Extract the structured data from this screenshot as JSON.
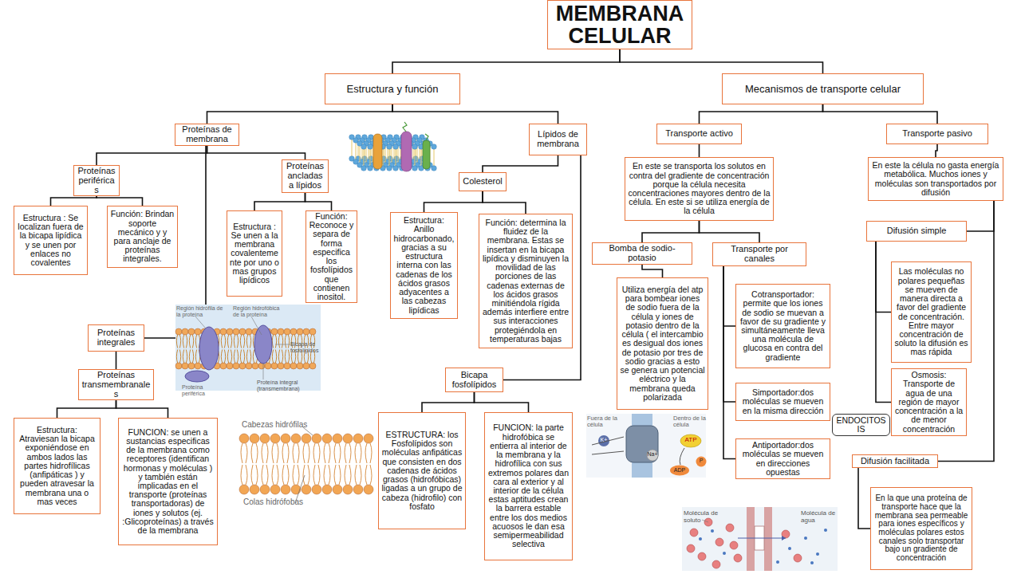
{
  "diagram": {
    "nodes": [
      {
        "text": [
          "MEMBRANA CELULAR"
        ]
      },
      {
        "text": [
          "Estructura y función"
        ]
      },
      {
        "text": [
          "Mecanismos de transporte celular"
        ]
      },
      {
        "text": [
          "Proteínas de membrana"
        ]
      },
      {
        "text": [
          "Lípidos de membrana"
        ]
      },
      {
        "text": [
          "Transporte activo"
        ]
      },
      {
        "text": [
          "Transporte pasivo"
        ]
      },
      {
        "text": [
          "Proteínas periféricas"
        ]
      },
      {
        "text": [
          "Proteínas ancladas a lípidos"
        ]
      },
      {
        "text": [
          "Colesterol"
        ]
      },
      {
        "text": [
          "En este se transporta los solutos en contra del gradiente de concentración porque la célula necesita concentraciones mayores dentro de la célula. En este si se utiliza energía de la célula"
        ]
      },
      {
        "text": [
          "En este la célula no gasta energía metabólica. Muchos iones y moléculas son transportados por difusión"
        ]
      },
      {
        "text": [
          "Estructura : Se localizan fuera de la bicapa lipídica y se unen por enlaces no covalentes"
        ]
      },
      {
        "text": [
          "Función: Brindan soporte mecánico y y para anclaje de proteínas integrales."
        ]
      },
      {
        "text": [
          "Estructura : Se unen a la membrana covalentemente por uno o mas grupos lipídicos"
        ]
      },
      {
        "text": [
          "Función: Reconoce y separa de forma especifica los fosfolípidos que contienen inositol."
        ]
      },
      {
        "text": [
          "Estructura: Anillo hidrocarbonado, gracias a su estructura interna con las cadenas de los ácidos grasos adyacentes a las cabezas lipídicas"
        ]
      },
      {
        "text": [
          "Función: determina la fluidez de la membrana. Estas se insertan en la bicapa lipídica y disminuyen la movilidad de las porciones de las cadenas externas de los ácidos grasos minitiéndola rígida además interfiere entre sus interacciones protegiéndola en temperaturas bajas"
        ]
      },
      {
        "text": [
          "Bomba de sodio-potasio"
        ]
      },
      {
        "text": [
          "Transporte por canales"
        ]
      },
      {
        "text": [
          "Difusión simple"
        ]
      },
      {
        "text": [
          "Utiliza energía del atp para bombear iones de sodio fuera de la célula y iones de potasio dentro de la célula ( el intercambio es desigual dos iones de potasio por tres de sodio gracias a esto se genera un potencial eléctrico y la membrana queda polarizada"
        ]
      },
      {
        "text": [
          "Cotransportador: permite que los iones de sodio se muevan a favor de su gradiente y simultáneamente lleva una molécula de glucosa en contra del gradiente"
        ]
      },
      {
        "text": [
          "Las moléculas no polares pequeñas se mueven de manera directa a favor del gradiente de concentración. Entre mayor concentración de soluto la difusión es mas rápida"
        ]
      },
      {
        "text": [
          "Proteínas integrales"
        ]
      },
      {
        "text": [
          "Bicapa fosfolípidos"
        ]
      },
      {
        "text": [
          "Osmosis: Transporte de agua de una región de mayor concentración a la de menor concentración"
        ]
      },
      {
        "text": [
          "Proteínas transmembranales"
        ]
      },
      {
        "text": [
          "Simportador:dos moléculas se mueven en la misma dirección"
        ]
      },
      {
        "text": [
          "ENDOCITOSIS"
        ]
      },
      {
        "text": [
          "Estructura: Atraviesan la bicapa exponiéndose en ambos lados las partes hidrofílicas (anfipáticas ) y pueden atravesar la membrana una o mas veces"
        ]
      },
      {
        "text": [
          "FUNCION: se unen a sustancias especificas de la membrana como receptores (identifican hormonas y moléculas ) y también están implicadas en el transporte (proteínas transportadoras) de iones y solutos (ej. :Glicoproteínas) a través de la membrana"
        ]
      },
      {
        "text": [
          "ESTRUCTURA: los Fosfolípidos son moléculas anfipáticas que consisten en dos cadenas de ácidos grasos (hidrofóbicas) ligadas a un grupo de cabeza (hidrofilo) con fosfato"
        ]
      },
      {
        "text": [
          "FUNCION: la parte hidrofóbica se entierra al interior de la membrana y la hidrofílica con sus extremos polares dan cara al exterior y al interior de la célula estas aptitudes crean la barrera estable entre los dos medios acuosos le dan esa semipermeabilidad selectiva"
        ]
      },
      {
        "text": [
          "Antiportador:dos moléculas se mueven en direcciones opuestas"
        ]
      },
      {
        "text": [
          "Difusión facilitada"
        ]
      },
      {
        "text": [
          "En la que una proteína de transporte hace que la membrana sea permeable para iones específicos y moléculas polares estos canales solo transportar bajo un gradiente de concentración"
        ]
      }
    ],
    "edges": [
      {
        "from": 0,
        "to": 1,
        "arrow": "none"
      },
      {
        "from": 0,
        "to": 2,
        "arrow": "none"
      },
      {
        "from": 1,
        "to": 3,
        "arrow": "none"
      },
      {
        "from": 1,
        "to": 4,
        "arrow": "none"
      },
      {
        "from": 2,
        "to": 5,
        "arrow": "none"
      },
      {
        "from": 2,
        "to": 6,
        "arrow": "none"
      },
      {
        "from": 3,
        "to": 7,
        "arrow": "none"
      },
      {
        "from": 3,
        "to": 8,
        "arrow": "none"
      },
      {
        "from": 3,
        "to": 24,
        "arrow": "none"
      },
      {
        "from": 4,
        "to": 9,
        "arrow": "none"
      },
      {
        "from": 4,
        "to": 25,
        "arrow": "none"
      },
      {
        "from": 7,
        "to": 12,
        "arrow": "none"
      },
      {
        "from": 7,
        "to": 13,
        "arrow": "none"
      },
      {
        "from": 8,
        "to": 14,
        "arrow": "none"
      },
      {
        "from": 8,
        "to": 15,
        "arrow": "none"
      },
      {
        "from": 9,
        "to": 16,
        "arrow": "none"
      },
      {
        "from": 9,
        "to": 17,
        "arrow": "none"
      },
      {
        "from": 5,
        "to": 10,
        "arrow": "none"
      },
      {
        "from": 10,
        "to": 18,
        "arrow": "none"
      },
      {
        "from": 10,
        "to": 19,
        "arrow": "none"
      },
      {
        "from": 18,
        "to": 21,
        "arrow": "none"
      },
      {
        "from": 19,
        "to": 22,
        "arrow": "none"
      },
      {
        "from": 19,
        "to": 28,
        "arrow": "none"
      },
      {
        "from": 19,
        "to": 34,
        "arrow": "none"
      },
      {
        "from": 6,
        "to": 11,
        "arrow": "none"
      },
      {
        "from": 11,
        "to": 20,
        "arrow": "none"
      },
      {
        "from": 11,
        "to": 35,
        "arrow": "none"
      },
      {
        "from": 20,
        "to": 23,
        "arrow": "none"
      },
      {
        "from": 20,
        "to": 26,
        "arrow": "none"
      },
      {
        "from": 24,
        "to": 27,
        "arrow": "none"
      },
      {
        "from": 27,
        "to": 30,
        "arrow": "none"
      },
      {
        "from": 27,
        "to": 31,
        "arrow": "none"
      },
      {
        "from": 25,
        "to": 32,
        "arrow": "none"
      },
      {
        "from": 25,
        "to": 33,
        "arrow": "none"
      },
      {
        "from": 35,
        "to": 36,
        "arrow": "none"
      }
    ],
    "labels": [
      "Región hidrófila de la proteína",
      "Región hidrofóbica de la proteína",
      "Bicapa de fosfolípidos",
      "Proteína periférica",
      "Proteína integral (transmembrana)",
      "Cabezas hidrófilas",
      "Colas hidrófobas",
      "Fuera de la célula",
      "Dentro de la célula",
      "K+",
      "Na+",
      "ATP",
      "ADP",
      "P",
      "Molécula de soluto",
      "Molécula de agua"
    ]
  }
}
